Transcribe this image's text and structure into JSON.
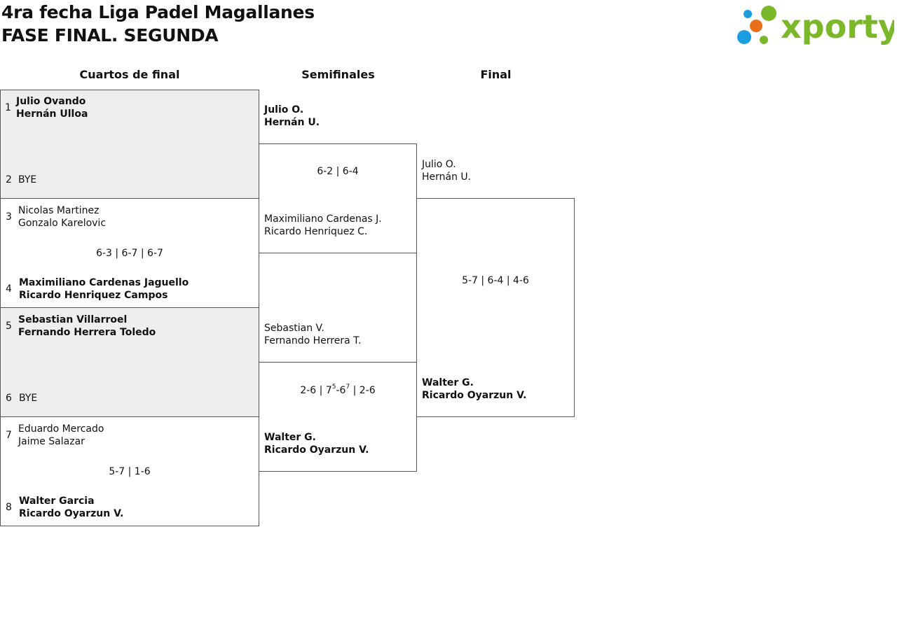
{
  "header": {
    "title_line1": "4ra fecha Liga Padel Magallanes",
    "title_line2": "FASE FINAL. SEGUNDA",
    "logo_text": "xporty"
  },
  "colors": {
    "logo_green": "#7ab829",
    "logo_blue": "#1a9ee0",
    "logo_orange": "#e8701a",
    "gray_box": "#eeeeee",
    "border": "#555555"
  },
  "rounds": {
    "quarterfinals": "Cuartos de final",
    "semifinals": "Semifinales",
    "final": "Final"
  },
  "quarterfinals": [
    {
      "seed_a": "1",
      "team_a": [
        "Julio Ovando",
        "Hernán Ulloa"
      ],
      "seed_b": "2",
      "team_b": [
        "BYE"
      ],
      "score": ""
    },
    {
      "seed_a": "3",
      "team_a": [
        "Nicolas Martinez",
        "Gonzalo Karelovic"
      ],
      "seed_b": "4",
      "team_b": [
        "Maximiliano Cardenas Jaguello",
        "Ricardo Henriquez Campos"
      ],
      "score": "6-3 | 6-7 | 6-7"
    },
    {
      "seed_a": "5",
      "team_a": [
        "Sebastian Villarroel",
        "Fernando Herrera Toledo"
      ],
      "seed_b": "6",
      "team_b": [
        "BYE"
      ],
      "score": ""
    },
    {
      "seed_a": "7",
      "team_a": [
        "Eduardo Mercado",
        "Jaime Salazar"
      ],
      "seed_b": "8",
      "team_b": [
        "Walter Garcia",
        "Ricardo Oyarzun V."
      ],
      "score": "5-7 | 1-6"
    }
  ],
  "semifinals": [
    {
      "team_a": [
        "Julio O.",
        "Hernán U."
      ],
      "team_b": [
        "Maximiliano Cardenas J.",
        "Ricardo Henriquez C."
      ],
      "score": "6-2 | 6-4"
    },
    {
      "team_a": [
        "Sebastian V.",
        "Fernando Herrera T."
      ],
      "team_b": [
        "Walter G.",
        "Ricardo Oyarzun V."
      ],
      "score_pre": "2-6 | 7",
      "score_sup1": "5",
      "score_mid": "-6",
      "score_sup2": "7",
      "score_post": " | 2-6"
    }
  ],
  "final": {
    "team_a": [
      "Julio O.",
      "Hernán U."
    ],
    "team_b": [
      "Walter G.",
      "Ricardo Oyarzun V."
    ],
    "score": "5-7 | 6-4 | 4-6"
  }
}
